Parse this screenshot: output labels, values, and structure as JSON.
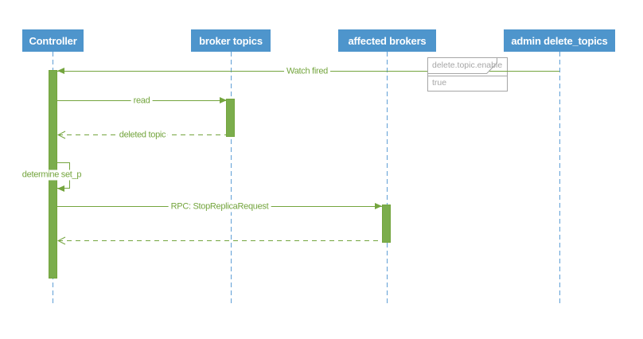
{
  "colors": {
    "actor_blue": "#4e95cc",
    "lifeline_blue": "#5f9fd6",
    "green": "#74a53e",
    "green_fill": "#7bad4c",
    "note_border": "#a6a6a6",
    "note_text": "#a6a6a6"
  },
  "diagram_type": "sequence-diagram",
  "actors": [
    {
      "label": "Controller"
    },
    {
      "label": "broker topics"
    },
    {
      "label": "affected brokers"
    },
    {
      "label": "admin delete_topics"
    }
  ],
  "messages": [
    {
      "from": "admin delete_topics",
      "to": "Controller",
      "label": "Watch fired",
      "style": "solid"
    },
    {
      "from": "Controller",
      "to": "broker topics",
      "label": "read",
      "style": "solid"
    },
    {
      "from": "broker topics",
      "to": "Controller",
      "label": "deleted topic",
      "style": "dashed"
    },
    {
      "from": "Controller",
      "to": "Controller",
      "label": "determine set_p",
      "style": "self"
    },
    {
      "from": "Controller",
      "to": "affected brokers",
      "label": "RPC: StopReplicaRequest",
      "style": "solid"
    },
    {
      "from": "affected brokers",
      "to": "Controller",
      "label": "",
      "style": "dashed"
    }
  ],
  "note": {
    "title": "delete.topic.enable",
    "value": "true"
  }
}
